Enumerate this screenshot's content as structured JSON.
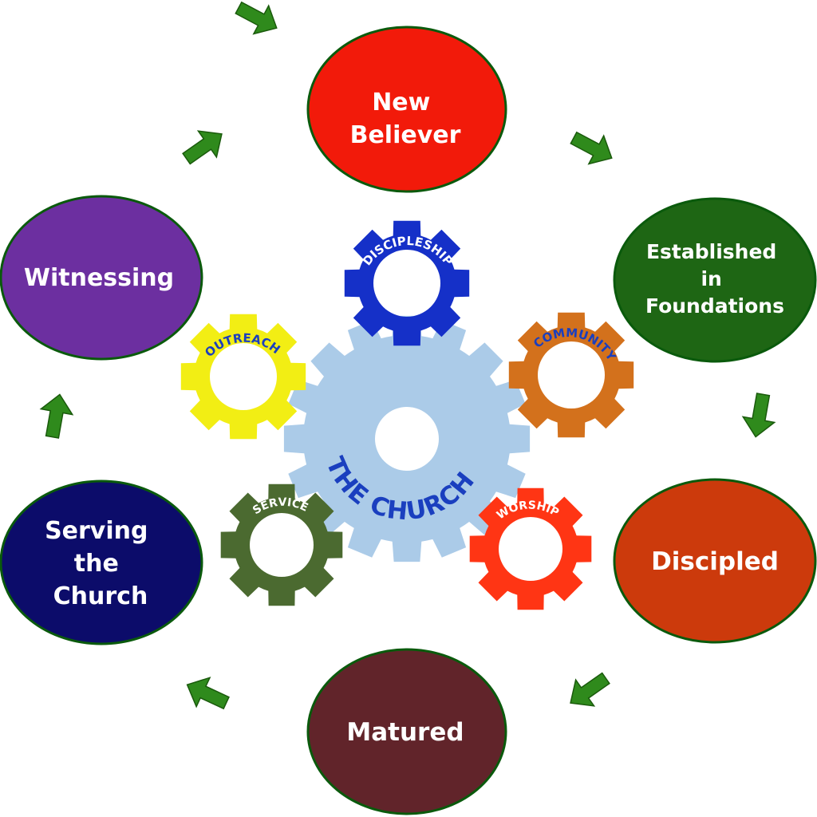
{
  "stages": [
    {
      "id": "new-believer",
      "lines": [
        "New",
        "Believer"
      ],
      "color": "#f21a0a"
    },
    {
      "id": "established",
      "lines": [
        "Established",
        "in",
        "Foundations"
      ],
      "color": "#1e6614"
    },
    {
      "id": "discipled",
      "lines": [
        "Discipled"
      ],
      "color": "#cc3a0c"
    },
    {
      "id": "matured",
      "lines": [
        "Matured"
      ],
      "color": "#61242a"
    },
    {
      "id": "serving",
      "lines": [
        "Serving",
        "the",
        "Church"
      ],
      "color": "#0c0c6a"
    },
    {
      "id": "witnessing",
      "lines": [
        "Witnessing"
      ],
      "color": "#6c2fa0"
    }
  ],
  "center_gear": {
    "label": "THE CHURCH",
    "color": "#abcbe8",
    "text_color": "#1a3fbf"
  },
  "gears": [
    {
      "id": "discipleship",
      "label": "DISCIPLESHIP",
      "color": "#1530c8",
      "text_color": "#ffffff"
    },
    {
      "id": "community",
      "label": "COMMUNITY",
      "color": "#d3711c",
      "text_color": "#1a3fbf"
    },
    {
      "id": "worship",
      "label": "WORSHIP",
      "color": "#ff3514",
      "text_color": "#ffffff"
    },
    {
      "id": "service",
      "label": "SERVICE",
      "color": "#4b6a30",
      "text_color": "#ffffff"
    },
    {
      "id": "outreach",
      "label": "OUTREACH",
      "color": "#f2ee14",
      "text_color": "#1a3fbf"
    }
  ],
  "arrow_color": "#2f8a1c"
}
